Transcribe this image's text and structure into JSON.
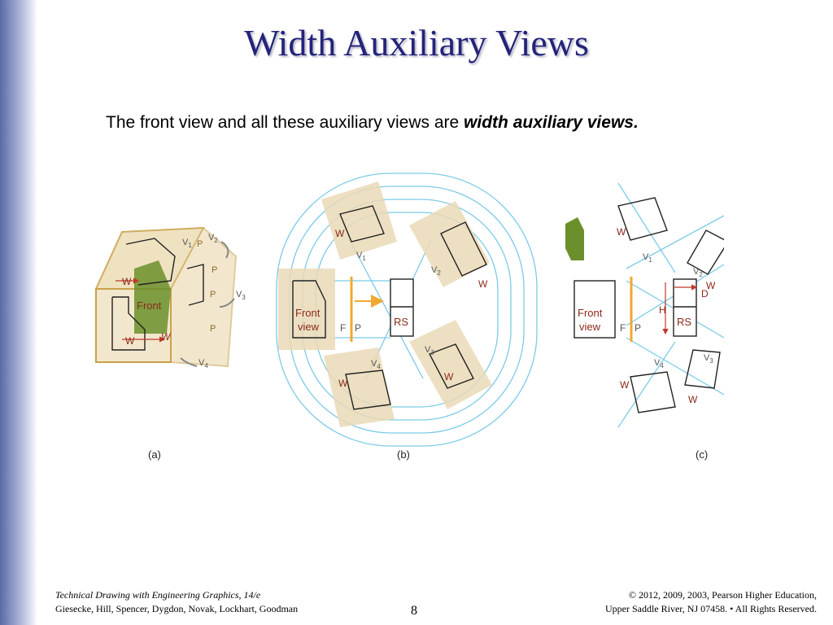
{
  "slide": {
    "title": "Width Auxiliary Views",
    "text_plain": "The front view and all these auxiliary views are ",
    "text_emph": "width auxiliary views."
  },
  "figure": {
    "panel_a": {
      "caption": "(a)",
      "labels": {
        "front": "Front",
        "w": "W",
        "p": "P",
        "v1": "V",
        "v1_sub": "1",
        "v2": "V",
        "v2_sub": "2",
        "v3": "V",
        "v3_sub": "3",
        "v4": "V",
        "v4_sub": "4"
      }
    },
    "panel_b": {
      "caption": "(b)",
      "labels": {
        "front1": "Front",
        "front2": "view",
        "rs": "RS",
        "f": "F",
        "p": "P",
        "w": "W",
        "v1": "V",
        "v1_sub": "1",
        "v2": "V",
        "v2_sub": "2",
        "v3": "V",
        "v3_sub": "3",
        "v4": "V",
        "v4_sub": "4"
      }
    },
    "panel_c": {
      "caption": "(c)",
      "labels": {
        "front1": "Front",
        "front2": "view",
        "rs": "RS",
        "f": "F",
        "p": "P",
        "w": "W",
        "h": "H",
        "d": "D",
        "v1": "V",
        "v1_sub": "1",
        "v2": "V",
        "v2_sub": "2",
        "v3": "V",
        "v3_sub": "3",
        "v4": "V",
        "v4_sub": "4"
      }
    }
  },
  "footer": {
    "book": "Technical Drawing with Engineering Graphics, 14/e",
    "authors": "Giesecke, Hill, Spencer, Dygdon, Novak, Lockhart, Goodman",
    "page": "8",
    "copyright": "© 2012, 2009, 2003, Pearson Higher Education,",
    "address": "Upper Saddle River, NJ 07458. • All Rights Reserved."
  },
  "colors": {
    "title": "#23237a",
    "projection_line": "#7ccbe8",
    "plane_fill": "#ead9b6",
    "arrow_orange": "#f0a830",
    "dimension_red": "#c0392b",
    "solid_green": "#6b8f2a"
  }
}
